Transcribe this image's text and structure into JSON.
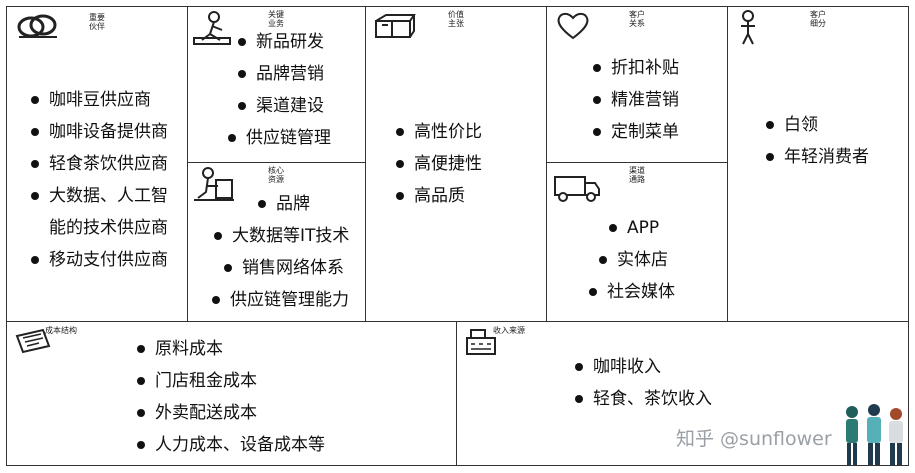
{
  "partners": {
    "title": "重要\n伙伴",
    "items": [
      "咖啡豆供应商",
      "咖啡设备提供商",
      "轻食茶饮供应商",
      "大数据、人工智",
      "能的技术供应商",
      "移动支付供应商"
    ]
  },
  "activities": {
    "title": "关键\n业务",
    "items": [
      "新品研发",
      "品牌营销",
      "渠道建设",
      "供应链管理"
    ]
  },
  "resources": {
    "title": "核心\n资源",
    "items": [
      "品牌",
      "大数据等IT技术",
      "销售网络体系",
      "供应链管理能力"
    ]
  },
  "value": {
    "title": "价值\n主张",
    "items": [
      "高性价比",
      "高便捷性",
      "高品质"
    ]
  },
  "relationships": {
    "title": "客户\n关系",
    "items": [
      "折扣补贴",
      "精准营销",
      "定制菜单"
    ]
  },
  "channels": {
    "title": "渠道\n通路",
    "items": [
      "APP",
      "实体店",
      "社会媒体"
    ]
  },
  "segments": {
    "title": "客户\n细分",
    "items": [
      "白领",
      "年轻消费者"
    ]
  },
  "costs": {
    "title": "成本结构",
    "items": [
      "原料成本",
      "门店租金成本",
      "外卖配送成本",
      "人力成本、设备成本等"
    ]
  },
  "revenue": {
    "title": "收入来源",
    "items": [
      "咖啡收入",
      "轻食、茶饮收入"
    ]
  },
  "watermark": "知乎 @sunflower"
}
